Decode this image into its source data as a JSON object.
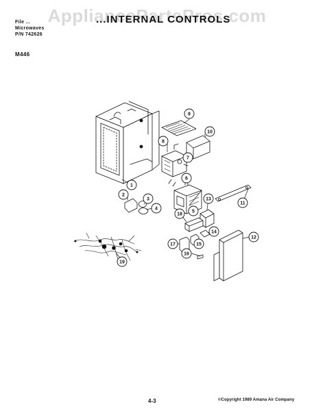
{
  "watermark": "AppliancePartsPros.com",
  "header": {
    "file_line": "File ...",
    "product_line": "Microwaves",
    "part_number_line": "P/N 742626"
  },
  "title": "...INTERNAL CONTROLS",
  "model": "M446",
  "callouts": [
    "1",
    "2",
    "3",
    "4",
    "5",
    "6",
    "7",
    "8",
    "9",
    "10",
    "11",
    "12",
    "13",
    "14",
    "15",
    "16",
    "17",
    "18",
    "19"
  ],
  "footer": {
    "page_number": "4-3",
    "copyright": "©Copyright 1989 Amana Air Company"
  },
  "colors": {
    "ink": "#111111",
    "watermark": "#969696"
  }
}
